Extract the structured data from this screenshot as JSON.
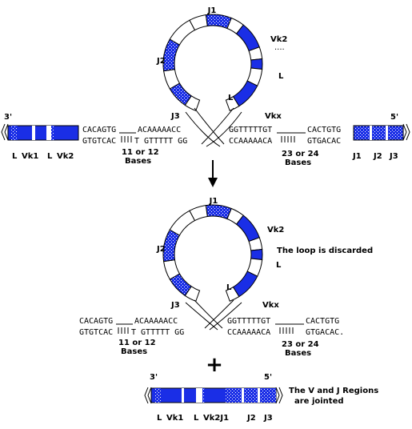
{
  "colors": {
    "blue": "#1a2ee6",
    "dark_blue": "#0f1fa8",
    "stipple": "#2a3ad0",
    "white": "#ffffff",
    "black": "#000000"
  },
  "top": {
    "left_end": "3'",
    "right_end": "5'",
    "left_labels": [
      "L",
      "Vk1",
      "L",
      "Vk2"
    ],
    "right_labels": [
      "J1",
      "J2",
      "J3"
    ],
    "loop_labels": {
      "j1": "J1",
      "j2": "J2",
      "j3": "J3",
      "vk2": "Vk2",
      "vk2_sub": "....",
      "l_right": "L",
      "l_inner": "L",
      "vkx": "Vkx"
    },
    "seq_left_top": "CACAGTG",
    "seq_left_mid": "ACAAAAACC",
    "seq_left_bot": "GTGTCAC",
    "seq_left_bot2": "T  GTTTTT  GG",
    "spacer_left_1": "11 or 12",
    "spacer_left_2": "Bases",
    "seq_right_top": "GGTTTTTGT",
    "seq_right_mid": "CACTGTG",
    "seq_right_bot": "CCAAAAACA",
    "seq_right_bot2": "GTGACAC",
    "spacer_right_1": "23 or 24",
    "spacer_right_2": "Bases"
  },
  "bottom": {
    "loop_labels": {
      "j1": "J1",
      "j2": "J2",
      "j3": "J3",
      "vk2": "Vk2",
      "l_right": "L",
      "l_inner": "L",
      "vkx": "Vkx"
    },
    "discard_text": "The loop is discarded",
    "seq_left_top": "CACAGTG",
    "seq_left_mid": "ACAAAAACC",
    "seq_left_bot": "GTGTCAC",
    "seq_left_bot2": "T  GTTTTT  GG",
    "spacer_left_1": "11 or 12",
    "spacer_left_2": "Bases",
    "seq_right_top": "GGTTTTTGT",
    "seq_right_mid": "CACTGTG",
    "seq_right_bot": "CCAAAAACA",
    "seq_right_bot2": "GTGACAC.",
    "spacer_right_1": "23 or 24",
    "spacer_right_2": "Bases",
    "plus": "+"
  },
  "result": {
    "left_end": "3'",
    "right_end": "5'",
    "labels": [
      "L",
      "Vk1",
      "L",
      "Vk2J1",
      "J2",
      "J3"
    ],
    "note_line1": "The V and J Regions",
    "note_line2": "are jointed"
  }
}
